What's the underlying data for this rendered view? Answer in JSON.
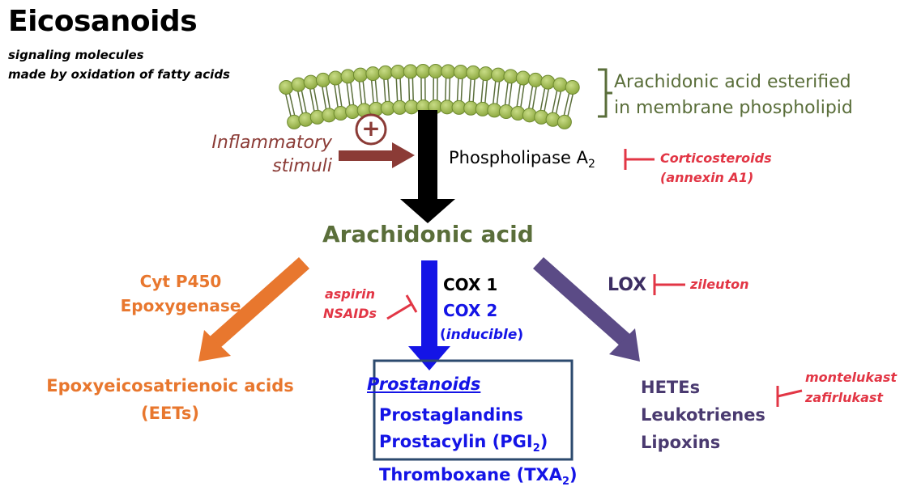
{
  "title": "Eicosanoids",
  "subtitle_lines": [
    "signaling molecules",
    "made by oxidation of fatty acids"
  ],
  "membrane": {
    "label_lines": [
      "Arachidonic acid esterified",
      "in membrane phospholipid"
    ]
  },
  "stimulus": {
    "label_lines": [
      "Inflammatory",
      "stimuli"
    ],
    "sign": "+"
  },
  "enzyme_pla2": {
    "name": "Phospholipase A",
    "subscript": "2"
  },
  "inhibitor_pla2": {
    "lines": [
      "Corticosteroids",
      "(annexin A1)"
    ]
  },
  "central": "Arachidonic acid",
  "cyp_branch": {
    "enzyme_lines": [
      "Cyt P450",
      "Epoxygenase"
    ],
    "product_lines": [
      "Epoxyeicosatrienoic acids",
      "(EETs)"
    ]
  },
  "cox_branch": {
    "inhibitor_lines": [
      "aspirin",
      "NSAIDs"
    ],
    "cox1": "COX 1",
    "cox2": "COX 2",
    "inducible_open": "(",
    "inducible": "inducible",
    "inducible_close": ")",
    "products_heading": "Prostanoids",
    "products": [
      {
        "text": "Prostaglandins",
        "sub": "",
        "after": ""
      },
      {
        "text": "Prostacylin (PGI",
        "sub": "2",
        "after": ")"
      },
      {
        "text": "Thromboxane (TXA",
        "sub": "2",
        "after": ")"
      }
    ]
  },
  "lox_branch": {
    "enzyme": "LOX",
    "inhibitor": "zileuton",
    "products": [
      "HETEs",
      "Leukotrienes",
      "Lipoxins"
    ],
    "product_inhibitor_lines": [
      "montelukast",
      "zafirlukast"
    ]
  },
  "colors": {
    "green": "#5a6e3a",
    "membrane_head": "#9bb54e",
    "inflammatory": "#8b3b36",
    "inhibitor_red": "#e23645",
    "orange": "#e8772e",
    "blue": "#1414e6",
    "purple": "#5b4b86",
    "box_border": "#2c4a6e"
  }
}
